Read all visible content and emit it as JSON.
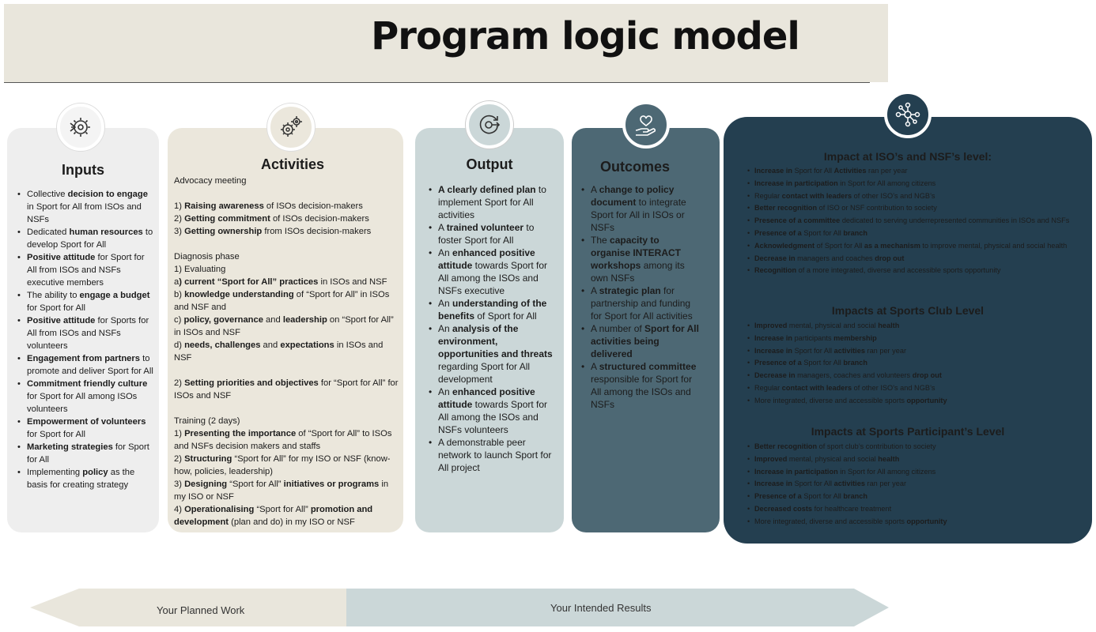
{
  "title": "Program logic model",
  "icons": {
    "inputs": "gear-arrow-icon",
    "activities": "gears-icon",
    "output": "cycle-arrow-icon",
    "outcomes": "heart-hand-icon",
    "impact": "network-icon"
  },
  "colors": {
    "header_band": "#e9e6dc",
    "inputs_bg": "#eeeeee",
    "activities_bg": "#ebe7dc",
    "output_bg": "#cbd7d8",
    "outcomes_bg": "#4d6874",
    "impact_bg": "#243f50"
  },
  "inputs": {
    "title": "Inputs",
    "items": [
      [
        {
          "t": "Collective "
        },
        {
          "b": "decision to engage"
        },
        {
          "t": " in Sport for All from ISOs and NSFs"
        }
      ],
      [
        {
          "t": "Dedicated "
        },
        {
          "b": "human resources"
        },
        {
          "t": " to develop Sport for All"
        }
      ],
      [
        {
          "b": "Positive attitude"
        },
        {
          "t": " for Sport for All from ISOs and NSFs executive members"
        }
      ],
      [
        {
          "t": "The ability to "
        },
        {
          "b": "engage a budget"
        },
        {
          "t": " for Sport for All"
        }
      ],
      [
        {
          "b": "Positive attitude"
        },
        {
          "t": " for Sports for All from ISOs and NSFs volunteers"
        }
      ],
      [
        {
          "b": "Engagement from partners"
        },
        {
          "t": " to promote and deliver Sport for All"
        }
      ],
      [
        {
          "b": "Commitment friendly culture"
        },
        {
          "t": " for Sport for All among ISOs volunteers"
        }
      ],
      [
        {
          "b": "Empowerment of volunteers"
        },
        {
          "t": " for Sport for All"
        }
      ],
      [
        {
          "b": "Marketing strategies"
        },
        {
          "t": " for Sport for All"
        }
      ],
      [
        {
          "t": "Implementing "
        },
        {
          "b": "policy"
        },
        {
          "t": " as the basis for creating strategy"
        }
      ]
    ]
  },
  "activities": {
    "title": "Activities",
    "lines": [
      [
        {
          "t": "Advocacy meeting"
        }
      ],
      [],
      [
        {
          "t": "1) "
        },
        {
          "b": "Raising awareness"
        },
        {
          "t": " of ISOs decision-makers"
        }
      ],
      [
        {
          "t": "2) "
        },
        {
          "b": "Getting commitment"
        },
        {
          "t": " of ISOs decision-makers"
        }
      ],
      [
        {
          "t": "3) "
        },
        {
          "b": "Getting ownership"
        },
        {
          "t": " from ISOs decision-makers"
        }
      ],
      [],
      [
        {
          "t": "Diagnosis phase"
        }
      ],
      [
        {
          "t": "1) Evaluating"
        }
      ],
      [
        {
          "t": "a"
        },
        {
          "b": ") current “Sport for All” practices"
        },
        {
          "t": " in ISOs and NSF"
        }
      ],
      [
        {
          "t": "b) "
        },
        {
          "b": "knowledge understanding"
        },
        {
          "t": " of “Sport for All” in ISOs and NSF and"
        }
      ],
      [
        {
          "t": "c) "
        },
        {
          "b": "policy, governance"
        },
        {
          "t": " and "
        },
        {
          "b": "leadership"
        },
        {
          "t": " on “Sport for All” in ISOs and NSF"
        }
      ],
      [
        {
          "t": "d) "
        },
        {
          "b": "needs, challenges"
        },
        {
          "t": " and "
        },
        {
          "b": "expectations"
        },
        {
          "t": " in ISOs and NSF"
        }
      ],
      [],
      [
        {
          "t": "2) "
        },
        {
          "b": "Setting priorities and objectives"
        },
        {
          "t": " for “Sport for All” for ISOs and NSF"
        }
      ],
      [],
      [
        {
          "t": "Training (2 days)"
        }
      ],
      [
        {
          "t": "1) "
        },
        {
          "b": "Presenting the importance"
        },
        {
          "t": " of “Sport for All” to ISOs and NSFs decision makers and staffs"
        }
      ],
      [
        {
          "t": "2) "
        },
        {
          "b": "Structuring"
        },
        {
          "t": " “Sport for All” for my ISO or NSF (know-how, policies, leadership)"
        }
      ],
      [
        {
          "t": "3) "
        },
        {
          "b": "Designing"
        },
        {
          "t": " “Sport for All” "
        },
        {
          "b": "initiatives or programs"
        },
        {
          "t": " in my ISO or NSF"
        }
      ],
      [
        {
          "t": "4) "
        },
        {
          "b": "Operationalising"
        },
        {
          "t": " “Sport for All” "
        },
        {
          "b": "promotion and development"
        },
        {
          "t": " (plan and do) in my ISO or NSF"
        }
      ]
    ]
  },
  "output": {
    "title": "Output",
    "items": [
      [
        {
          "b": "A clearly defined plan"
        },
        {
          "t": " to implement Sport for All activities"
        }
      ],
      [
        {
          "t": "A "
        },
        {
          "b": "trained volunteer"
        },
        {
          "t": " to foster Sport for All"
        }
      ],
      [
        {
          "t": "An "
        },
        {
          "b": "enhanced positive attitude"
        },
        {
          "t": " towards Sport for All among the ISOs and NSFs executive"
        }
      ],
      [
        {
          "t": "An "
        },
        {
          "b": "understanding of the benefits"
        },
        {
          "t": " of Sport for All"
        }
      ],
      [
        {
          "t": "An "
        },
        {
          "b": "analysis of the environment, opportunities and threats"
        },
        {
          "t": " regarding Sport for All development"
        }
      ],
      [
        {
          "t": "An "
        },
        {
          "b": "enhanced positive attitude"
        },
        {
          "t": " towards Sport for All among the ISOs and NSFs volunteers"
        }
      ],
      [
        {
          "t": "A demonstrable peer network to launch Sport for All project"
        }
      ]
    ]
  },
  "outcomes": {
    "title": "Outcomes",
    "items": [
      [
        {
          "t": "A "
        },
        {
          "b": "change to policy document"
        },
        {
          "t": " to integrate Sport for All in ISOs or NSFs"
        }
      ],
      [
        {
          "t": "The "
        },
        {
          "b": "capacity to organise INTERACT workshops"
        },
        {
          "t": " among its own NSFs"
        }
      ],
      [
        {
          "t": "A "
        },
        {
          "b": "strategic plan"
        },
        {
          "t": " for partnership and funding for Sport for All activities"
        }
      ],
      [
        {
          "t": "A number of "
        },
        {
          "b": "Sport for All activities being delivered"
        }
      ],
      [
        {
          "t": "A "
        },
        {
          "b": "structured committee"
        },
        {
          "t": " responsible for Sport for All among the ISOs and NSFs"
        }
      ]
    ]
  },
  "impact": {
    "sections": [
      {
        "title": "Impact at ISO’s and NSF’s level:",
        "items": [
          [
            {
              "b": "Increase in"
            },
            {
              "t": " Sport for All "
            },
            {
              "b": "Activities"
            },
            {
              "t": " ran per year"
            }
          ],
          [
            {
              "b": "Increase in participation"
            },
            {
              "t": " in Sport for All among citizens"
            }
          ],
          [
            {
              "t": "Regular "
            },
            {
              "b": "contact with leaders"
            },
            {
              "t": " of other ISO’s and NGB’s"
            }
          ],
          [
            {
              "b": "Better recognition"
            },
            {
              "t": " of ISO or NSF contribution to society"
            }
          ],
          [
            {
              "b": "Presence of a committee"
            },
            {
              "t": " dedicated to serving underrepresented communities in ISOs and NSFs"
            }
          ],
          [
            {
              "b": "Presence of a"
            },
            {
              "t": " Sport for All "
            },
            {
              "b": "branch"
            }
          ],
          [
            {
              "b": "Acknowledgment"
            },
            {
              "t": " of Sport for All "
            },
            {
              "b": "as a mechanism"
            },
            {
              "t": " to improve mental, physical and social health"
            }
          ],
          [
            {
              "b": "Decrease in"
            },
            {
              "t": " managers and coaches "
            },
            {
              "b": "drop out"
            }
          ],
          [
            {
              "b": "Recognition"
            },
            {
              "t": " of a more integrated, diverse and accessible sports opportunity"
            }
          ]
        ]
      },
      {
        "title": "Impacts at Sports Club Level",
        "items": [
          [
            {
              "b": "Improved"
            },
            {
              "t": " mental, physical and social "
            },
            {
              "b": "health"
            }
          ],
          [
            {
              "b": "Increase in"
            },
            {
              "t": " participants "
            },
            {
              "b": "membership"
            }
          ],
          [
            {
              "b": "Increase in"
            },
            {
              "t": " Sport for All "
            },
            {
              "b": "activities"
            },
            {
              "t": " ran per year"
            }
          ],
          [
            {
              "b": "Presence of a"
            },
            {
              "t": " Sport for All "
            },
            {
              "b": "branch"
            }
          ],
          [
            {
              "b": "Decrease in"
            },
            {
              "t": " managers, coaches and volunteers "
            },
            {
              "b": "drop out"
            }
          ],
          [
            {
              "t": "Regular "
            },
            {
              "b": "contact with leaders"
            },
            {
              "t": " of other ISO’s and NGB’s"
            }
          ],
          [
            {
              "t": "More integrated, diverse and accessible sports "
            },
            {
              "b": "opportunity"
            }
          ]
        ]
      },
      {
        "title": "Impacts at Sports Participant’s Level",
        "items": [
          [
            {
              "b": "Better recognition"
            },
            {
              "t": " of sport club’s contribution to society"
            }
          ],
          [
            {
              "b": "Improved"
            },
            {
              "t": " mental, physical and social "
            },
            {
              "b": "health"
            }
          ],
          [
            {
              "b": "Increase in participation"
            },
            {
              "t": " in Sport for All among citizens"
            }
          ],
          [
            {
              "b": "Increase in"
            },
            {
              "t": " Sport for All "
            },
            {
              "b": "activities"
            },
            {
              "t": " ran per year"
            }
          ],
          [
            {
              "b": "Presence of a"
            },
            {
              "t": " Sport for All "
            },
            {
              "b": "branch"
            }
          ],
          [
            {
              "b": "Decreased costs"
            },
            {
              "t": " for healthcare treatment"
            }
          ],
          [
            {
              "t": "More integrated, diverse and accessible sports "
            },
            {
              "b": "opportunity"
            }
          ]
        ]
      }
    ]
  },
  "footer": {
    "planned_work": "Your Planned Work",
    "intended_results": "Your Intended Results"
  }
}
